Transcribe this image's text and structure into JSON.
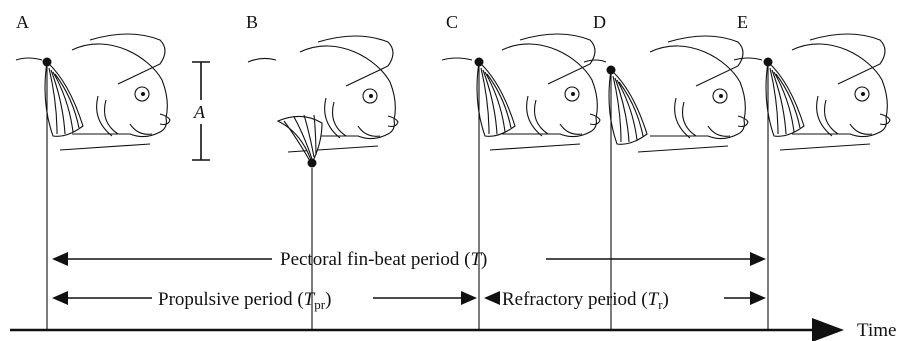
{
  "panels": [
    {
      "letter": "A",
      "fin": "up"
    },
    {
      "letter": "B",
      "fin": "down"
    },
    {
      "letter": "C",
      "fin": "up"
    },
    {
      "letter": "D",
      "fin": "up"
    },
    {
      "letter": "E",
      "fin": "up"
    }
  ],
  "amplitude_label": "A",
  "time_label": "Time",
  "period": {
    "text": "Pectoral fin-beat period (",
    "symbol": "T",
    "close": ")"
  },
  "propulsive": {
    "text": "Propulsive period (",
    "symbol": "T",
    "sub": "pr",
    "close": ")"
  },
  "refractory": {
    "text": "Refractory period (",
    "symbol": "T",
    "sub": "r",
    "close": ")"
  }
}
